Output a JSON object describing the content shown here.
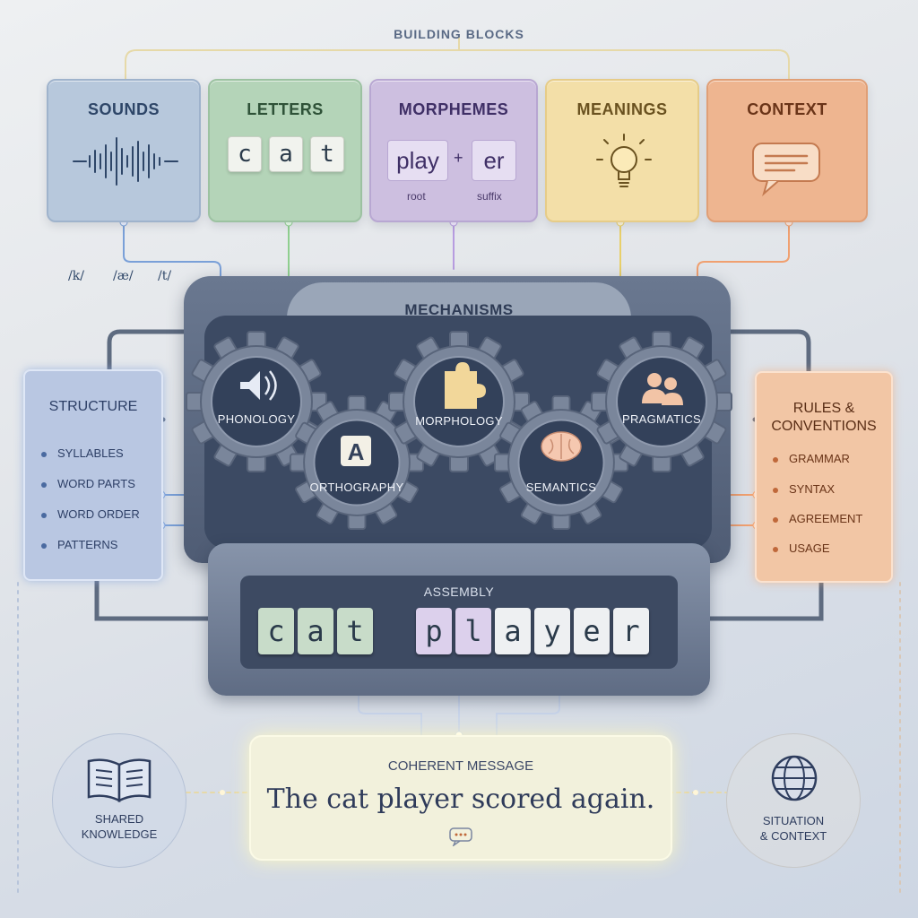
{
  "title": "BUILDING BLOCKS",
  "blocks": {
    "sounds": {
      "title": "SOUNDS",
      "phonemes": [
        "/k/",
        "/æ/",
        "/t/"
      ]
    },
    "letters": {
      "title": "LETTERS",
      "tiles": [
        "c",
        "a",
        "t"
      ]
    },
    "morphemes": {
      "title": "MORPHEMES",
      "root": "play",
      "plus": "+",
      "suffix": "er",
      "root_label": "root",
      "suffix_label": "suffix"
    },
    "meanings": {
      "title": "MEANINGS"
    },
    "context": {
      "title": "CONTEXT"
    }
  },
  "mechanisms": {
    "title": "MECHANISMS",
    "gears": [
      "PHONOLOGY",
      "ORTHOGRAPHY",
      "MORPHOLOGY",
      "SEMANTICS",
      "PRAGMATICS"
    ]
  },
  "structure": {
    "title": "STRUCTURE",
    "items": [
      "SYLLABLES",
      "WORD PARTS",
      "WORD ORDER",
      "PATTERNS"
    ]
  },
  "rules": {
    "title_line1": "RULES &",
    "title_line2": "CONVENTIONS",
    "items": [
      "GRAMMAR",
      "SYNTAX",
      "AGREEMENT",
      "USAGE"
    ]
  },
  "assembly": {
    "title": "ASSEMBLY",
    "tiles": [
      "c",
      "a",
      "t",
      "p",
      "l",
      "a",
      "y",
      "e",
      "r"
    ]
  },
  "coherent": {
    "title": "COHERENT MESSAGE",
    "sentence": "The cat player scored again."
  },
  "shared": {
    "line1": "SHARED",
    "line2": "KNOWLEDGE"
  },
  "situation": {
    "line1": "SITUATION",
    "line2": "& CONTEXT"
  },
  "colors": {
    "blue": "#7aa0d8",
    "green": "#8fcf8f",
    "purple": "#b79ce0",
    "yellow": "#e8cf6a",
    "orange": "#f0a070"
  }
}
